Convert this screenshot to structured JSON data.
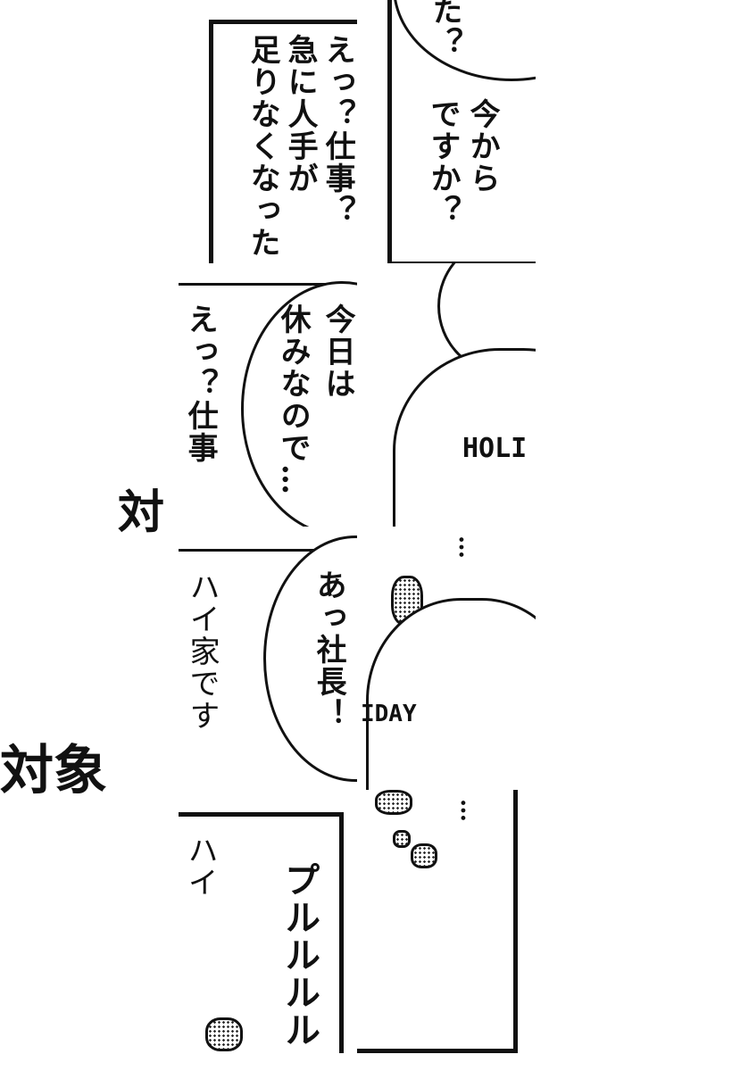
{
  "panels": {
    "p1": {
      "line_a": "えっ？仕事？",
      "line_b": "急に人手が",
      "line_c": "足りなくなった"
    },
    "p2": {
      "top": "た？",
      "line_a": "今から",
      "line_b": "ですか？"
    },
    "p3": {
      "line_a": "今日は",
      "line_b": "休みなので…",
      "line_c": "えっ？仕事"
    },
    "p4": {
      "shirt": "HOLI"
    },
    "p5": {
      "line_a": "あっ社長！",
      "line_b": "ハイ家です"
    },
    "p6": {
      "shirt": "IDAY",
      "dots": "…"
    },
    "p7": {
      "line_a": "ハイ",
      "sfx": "プルルルル"
    },
    "p8": {
      "dots": "…"
    }
  },
  "side_text": {
    "a": "対",
    "b": "対象"
  }
}
